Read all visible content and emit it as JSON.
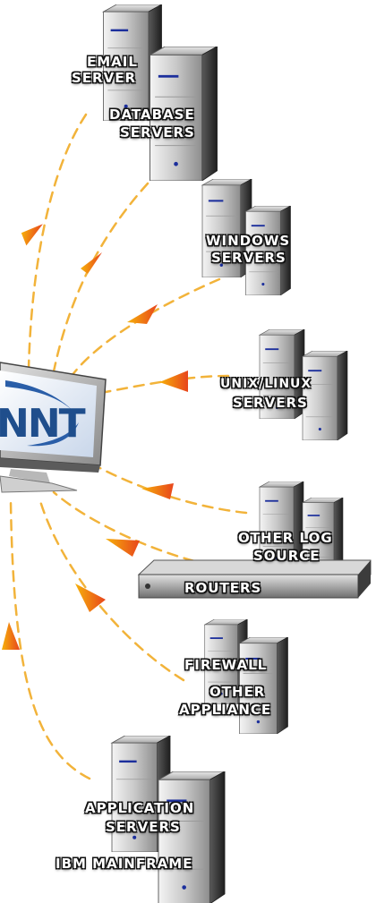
{
  "sources": {
    "email": "EMAIL",
    "email2": "SERVER",
    "database": "DATABASE",
    "database2": "SERVERS",
    "windows": "WINDOWS",
    "windows2": "SERVERS",
    "unix": "UNIX/LINUX",
    "unix2": "SERVERS",
    "otherlog": "OTHER LOG",
    "otherlog2": "SOURCE",
    "routers": "ROUTERS",
    "firewall": "FIREWALL",
    "otherappl": "OTHER",
    "otherappl2": "APPLIANCE",
    "app": "APPLICATION",
    "app2": "SERVERS",
    "ibm": "IBM MAINFRAME"
  },
  "monitor": {
    "logo": "NNT"
  }
}
